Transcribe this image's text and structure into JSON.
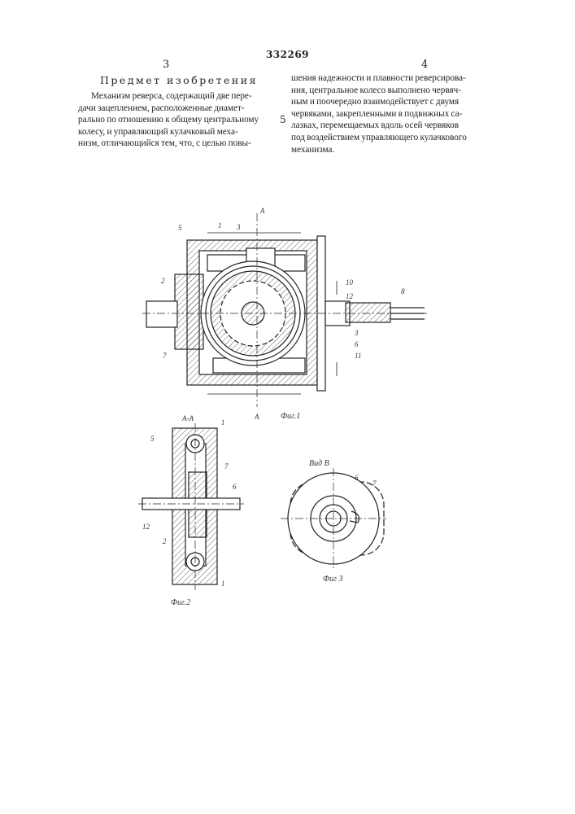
{
  "patent_number": "332269",
  "left_column": {
    "page_number": "3",
    "heading": "Предмет изобретения",
    "lines": [
      "Механизм реверса, содержащий две пере-",
      "дачи зацеплением, расположенные диамет-",
      "рально по отношению к общему центральному",
      "колесу, и управляющий кулачковый меха-",
      "низм, отличающийся тем, что, с целью повы-"
    ]
  },
  "line_number_marker": "5",
  "right_column": {
    "page_number": "4",
    "lines": [
      "шения надежности и плавности реверсирова-",
      "ния, центральное колесо выполнено червяч-",
      "ным и поочередно взаимодействует с двумя",
      "червяками, закрепленными в подвижных са-",
      "лазках, перемещаемых вдоль осей червяков",
      "под воздействием управляющего кулачкового",
      "механизма."
    ]
  },
  "figures": {
    "fig1": {
      "caption": "Фиг.1",
      "section_top": "А",
      "section_bottom": "А",
      "labels": [
        "5",
        "1",
        "3",
        "2",
        "7",
        "10",
        "12",
        "8",
        "3",
        "6",
        "11"
      ]
    },
    "fig2": {
      "caption": "Фиг.2",
      "section_title": "А-А",
      "labels": [
        "1",
        "5",
        "7",
        "6",
        "12",
        "2",
        "1"
      ]
    },
    "fig3": {
      "caption": "Фиг 3",
      "view_title": "Вид В",
      "labels": [
        "6",
        "7"
      ]
    }
  }
}
